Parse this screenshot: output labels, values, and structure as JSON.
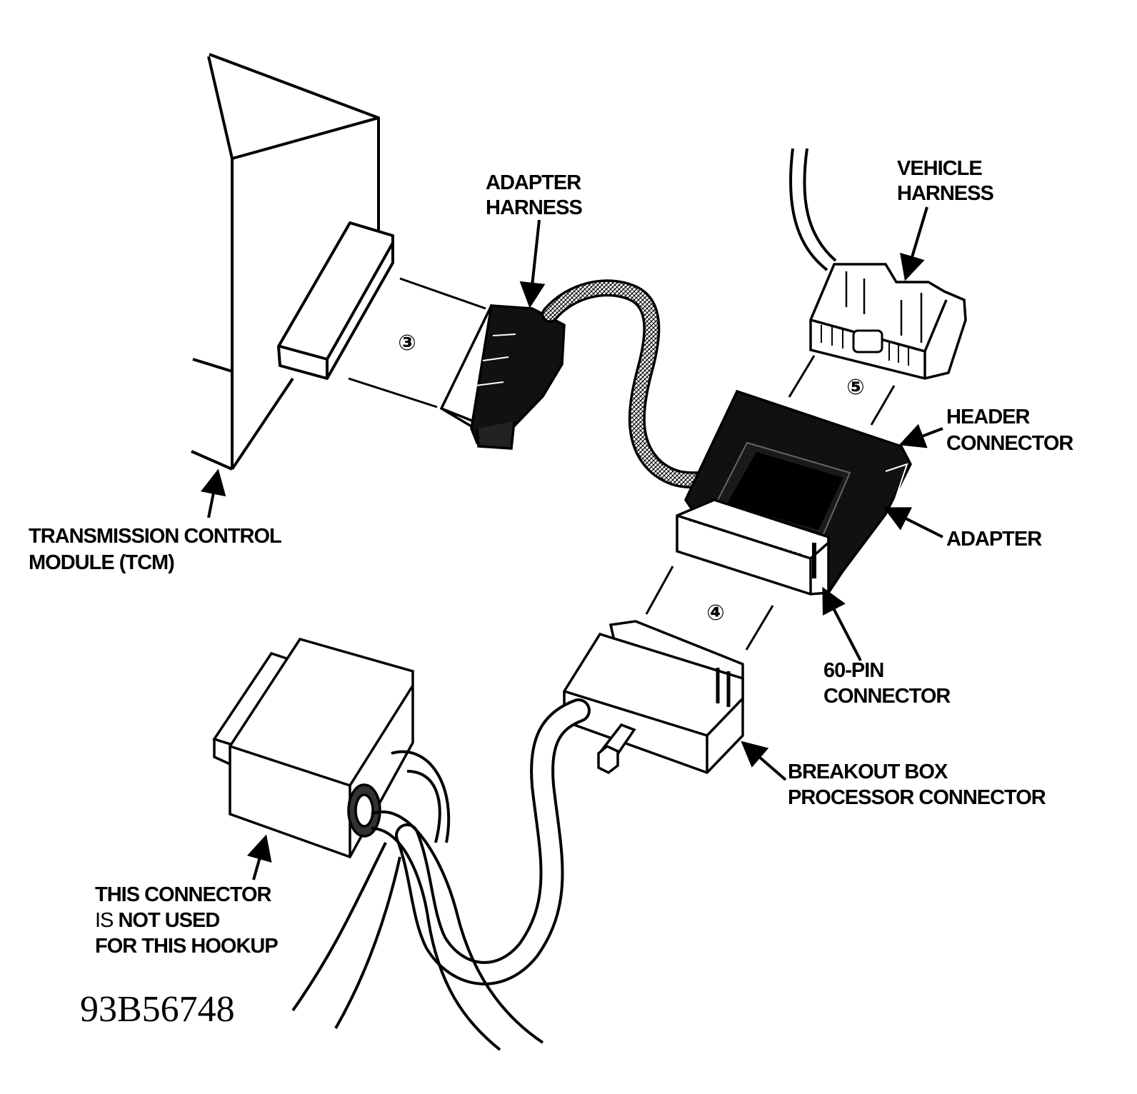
{
  "labels": {
    "adapter_harness": [
      "ADAPTER",
      "HARNESS"
    ],
    "vehicle_harness": [
      "VEHICLE",
      "HARNESS"
    ],
    "header_connector": [
      "HEADER",
      "CONNECTOR"
    ],
    "adapter": "ADAPTER",
    "tcm": [
      "TRANSMISSION CONTROL",
      "MODULE (TCM)"
    ],
    "sixty_pin": [
      "60-PIN",
      "CONNECTOR"
    ],
    "breakout": [
      "BREAKOUT BOX",
      "PROCESSOR CONNECTOR"
    ],
    "not_used": {
      "line1": "THIS CONNECTOR",
      "line2_prefix": "IS ",
      "line2_bold": "NOT USED",
      "line3": "FOR THIS HOOKUP"
    }
  },
  "steps": {
    "step3": "③",
    "step4": "④",
    "step5": "⑤"
  },
  "figure_id": "93B56748"
}
